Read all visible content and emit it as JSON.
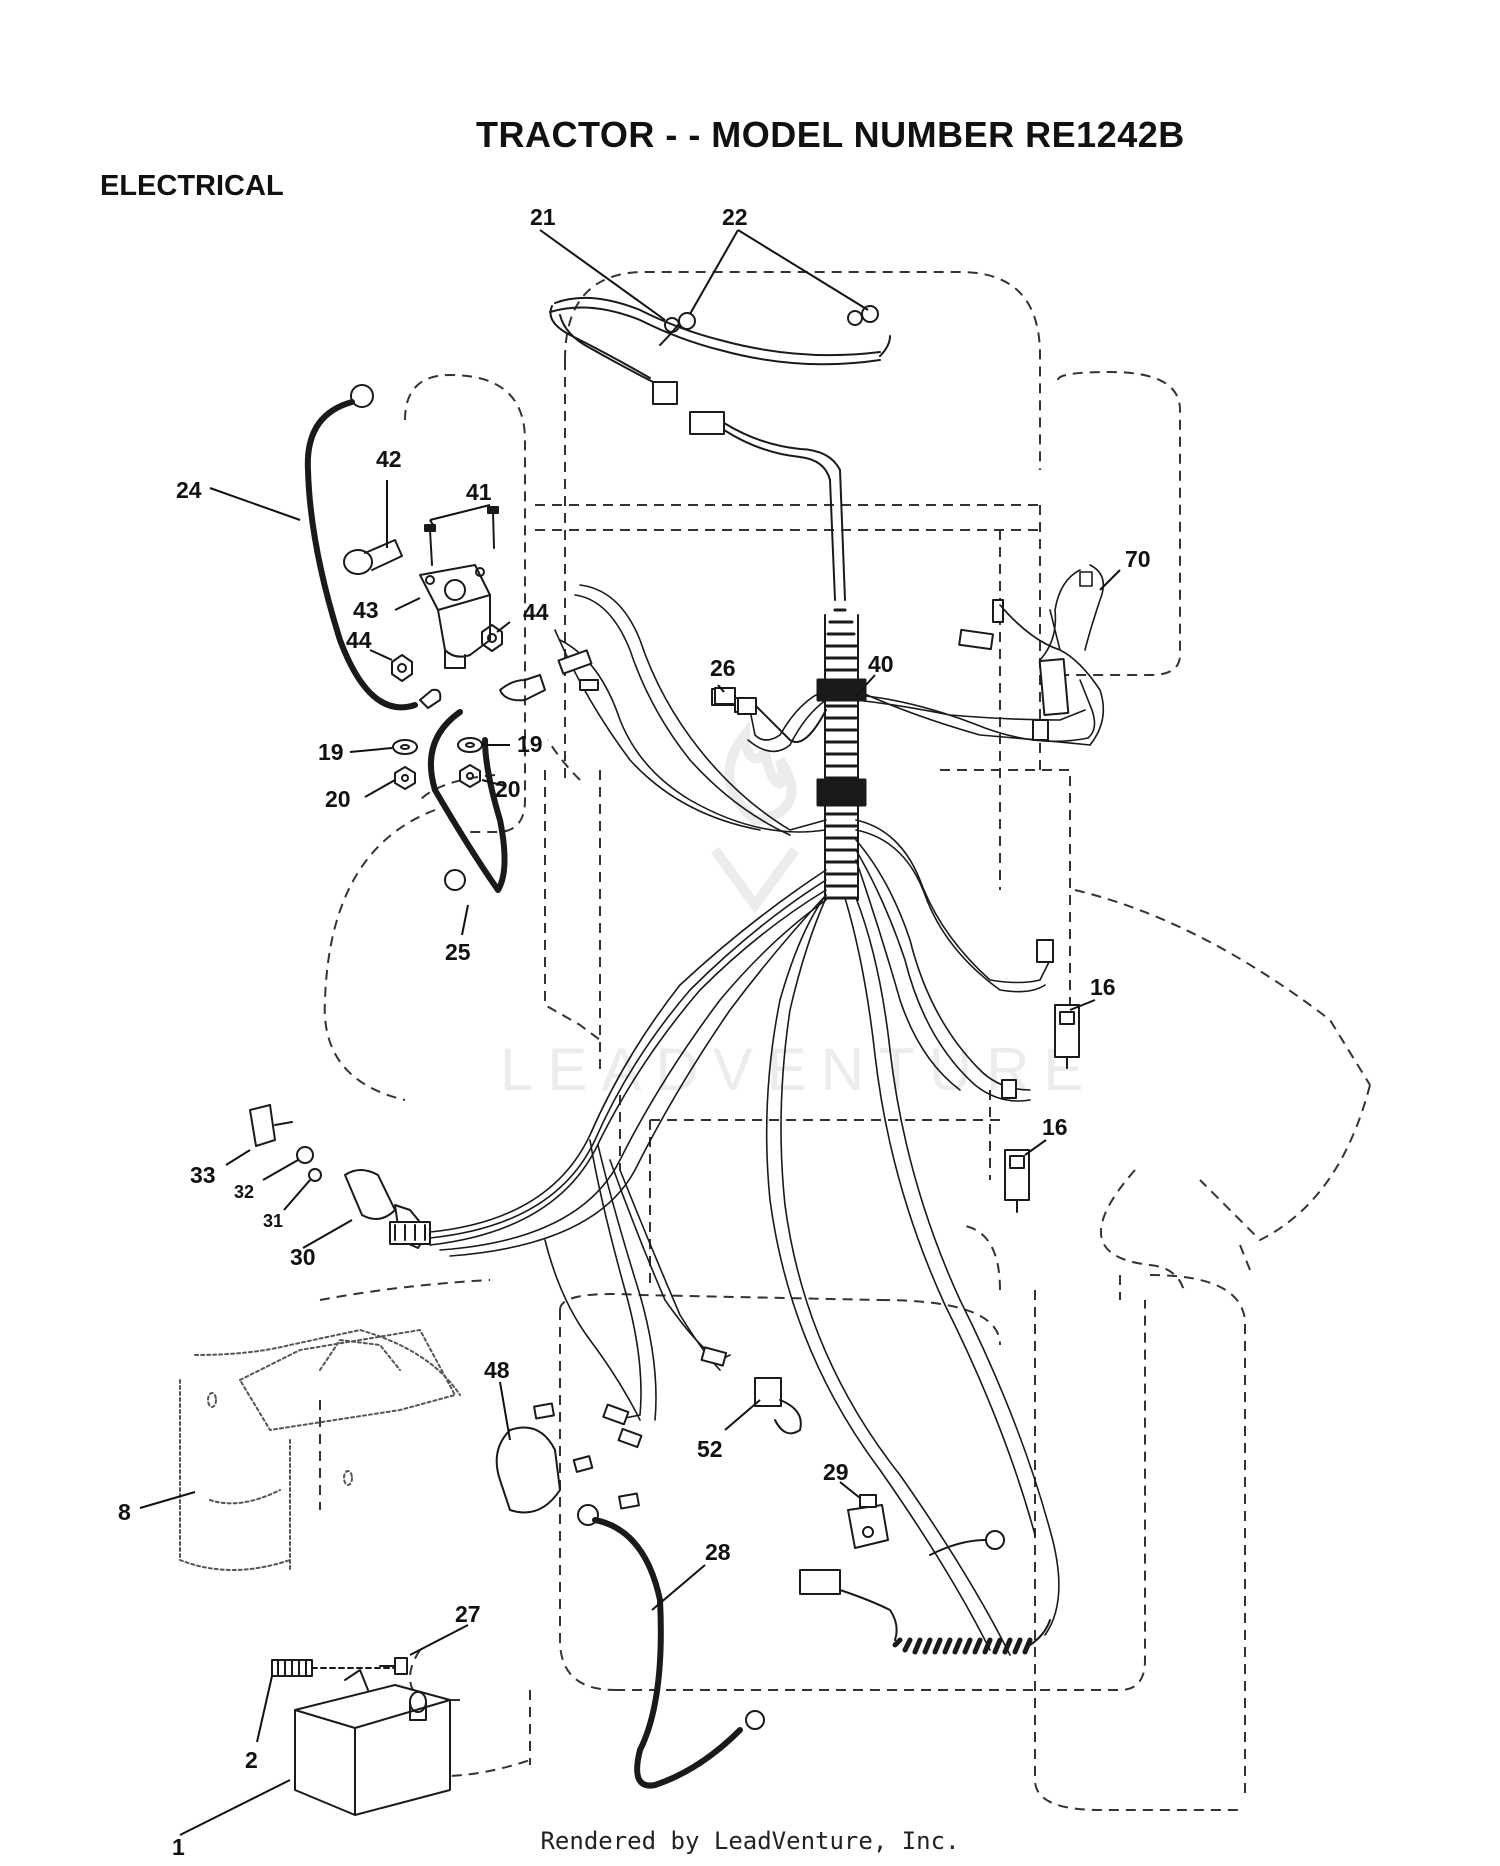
{
  "header": {
    "title": "TRACTOR - - MODEL NUMBER RE1242B",
    "section": "ELECTRICAL"
  },
  "footer": {
    "text": "Rendered by LeadVenture, Inc."
  },
  "watermark": {
    "text": "LEADVENTURE"
  },
  "callouts": [
    {
      "id": "c21",
      "label": "21"
    },
    {
      "id": "c22",
      "label": "22"
    },
    {
      "id": "c24",
      "label": "24"
    },
    {
      "id": "c42",
      "label": "42"
    },
    {
      "id": "c41",
      "label": "41"
    },
    {
      "id": "c43",
      "label": "43"
    },
    {
      "id": "c44a",
      "label": "44"
    },
    {
      "id": "c44b",
      "label": "44"
    },
    {
      "id": "c19a",
      "label": "19"
    },
    {
      "id": "c19b",
      "label": "19"
    },
    {
      "id": "c20a",
      "label": "20"
    },
    {
      "id": "c20b",
      "label": "20"
    },
    {
      "id": "c25",
      "label": "25"
    },
    {
      "id": "c26",
      "label": "26"
    },
    {
      "id": "c40",
      "label": "40"
    },
    {
      "id": "c70",
      "label": "70"
    },
    {
      "id": "c16a",
      "label": "16"
    },
    {
      "id": "c16b",
      "label": "16"
    },
    {
      "id": "c33",
      "label": "33"
    },
    {
      "id": "c32",
      "label": "32"
    },
    {
      "id": "c31",
      "label": "31"
    },
    {
      "id": "c30",
      "label": "30"
    },
    {
      "id": "c48",
      "label": "48"
    },
    {
      "id": "c52",
      "label": "52"
    },
    {
      "id": "c29",
      "label": "29"
    },
    {
      "id": "c28",
      "label": "28"
    },
    {
      "id": "c27",
      "label": "27"
    },
    {
      "id": "c8",
      "label": "8"
    },
    {
      "id": "c2",
      "label": "2"
    },
    {
      "id": "c1",
      "label": "1"
    }
  ]
}
